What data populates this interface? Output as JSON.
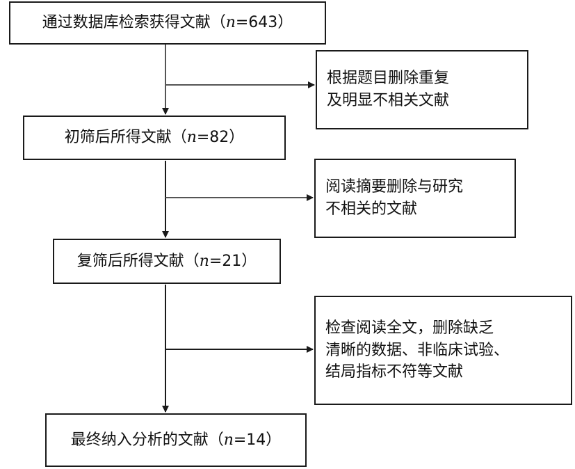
{
  "boxes": {
    "b1": {
      "pre": "通过数据库检索获得文献（",
      "var": "n",
      "post": "=643）"
    },
    "b2": {
      "pre": "初筛后所得文献（",
      "var": "n",
      "post": "=82）"
    },
    "b3": {
      "pre": "复筛后所得文献（",
      "var": "n",
      "post": "=21）"
    },
    "b4": {
      "pre": "最终纳入分析的文献（",
      "var": "n",
      "post": "=14）"
    }
  },
  "exclusions": {
    "e1": "根据题目删除重复\n及明显不相关文献",
    "e2": "阅读摘要删除与研究\n不相关的文献",
    "e3": "检查阅读全文，删除缺乏\n清晰的数据、非临床试验、\n结局指标不符等文献"
  },
  "colors": {
    "line": "#1a1a1a",
    "arrow_gray": "#555555"
  }
}
